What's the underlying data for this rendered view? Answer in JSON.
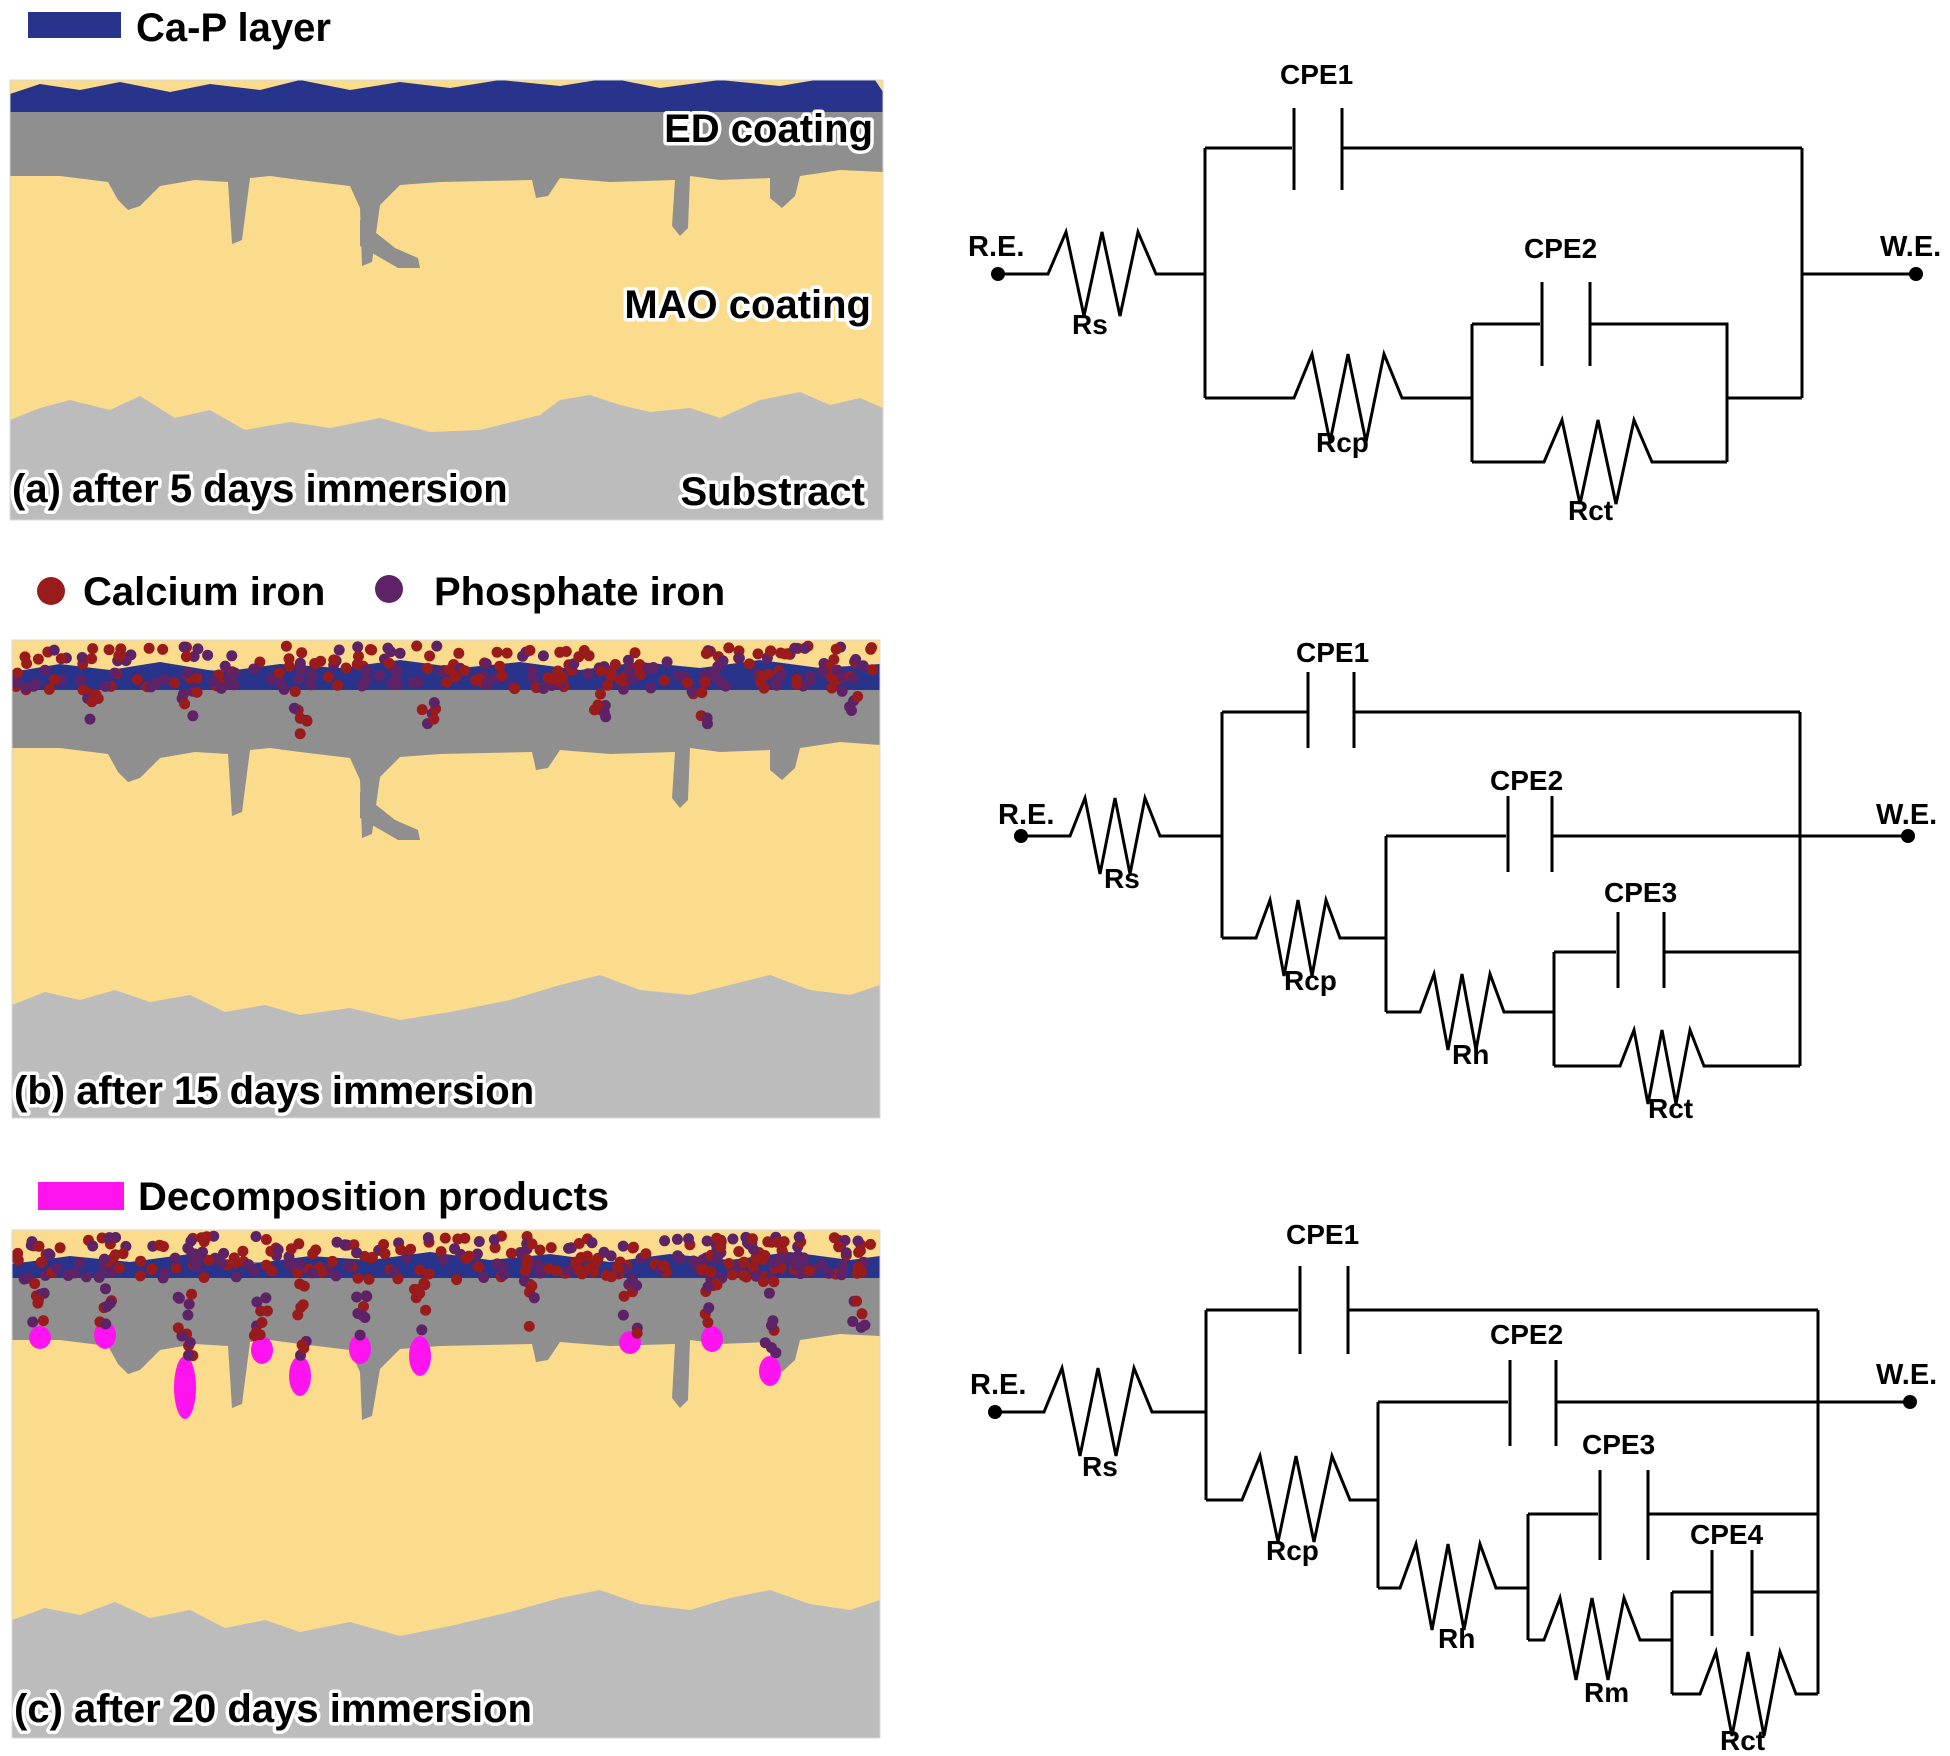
{
  "colors": {
    "ca_p_layer": "#28338c",
    "ed_coating": "#8f8f8f",
    "mao_coating": "#fbdc8c",
    "substrate": "#bcbcbc",
    "calcium_ion": "#9a1b1b",
    "phosphate_ion": "#5e2367",
    "decomposition": "#ff14f0"
  },
  "legends": {
    "ca_p": "Ca-P layer",
    "calcium": "Calcium iron",
    "phosphate": "Phosphate iron",
    "decomposition": "Decomposition products"
  },
  "panels": [
    {
      "caption": "(a) after 5 days immersion",
      "labels": {
        "ed": "ED coating",
        "mao": "MAO coating",
        "substrate": "Substract"
      },
      "circuit": {
        "ref": "R.E.",
        "work": "W.E.",
        "elements": {
          "rs": "Rs",
          "cpe1": "CPE1",
          "rcp": "Rcp",
          "cpe2": "CPE2",
          "rct": "Rct"
        }
      }
    },
    {
      "caption": "(b) after 15 days immersion",
      "circuit": {
        "ref": "R.E.",
        "work": "W.E.",
        "elements": {
          "rs": "Rs",
          "cpe1": "CPE1",
          "rcp": "Rcp",
          "cpe2": "CPE2",
          "rh": "Rh",
          "cpe3": "CPE3",
          "rct": "Rct"
        }
      }
    },
    {
      "caption": "(c) after 20 days immersion",
      "circuit": {
        "ref": "R.E.",
        "work": "W.E.",
        "elements": {
          "rs": "Rs",
          "cpe1": "CPE1",
          "rcp": "Rcp",
          "cpe2": "CPE2",
          "rh": "Rh",
          "cpe3": "CPE3",
          "rm": "Rm",
          "cpe4": "CPE4",
          "rct": "Rct"
        }
      }
    }
  ]
}
